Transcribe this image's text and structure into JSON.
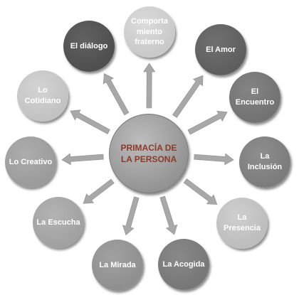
{
  "diagram": {
    "center": {
      "label": "PRIMACÍA DE LA PERSONA",
      "text_color": "#8b3a2a",
      "fill": "#9a9a9a"
    },
    "nodes": [
      {
        "id": "comportamiento",
        "label": "Comporta miento fraterno",
        "fill": "#c9c9c9",
        "text_color": "#ffffff"
      },
      {
        "id": "amor",
        "label": "El Amor",
        "fill": "#5e5e5e",
        "text_color": "#ffffff"
      },
      {
        "id": "encuentro",
        "label": "El Encuentro",
        "fill": "#727272",
        "text_color": "#ffffff"
      },
      {
        "id": "inclusion",
        "label": "La Inclusión",
        "fill": "#7c7c7c",
        "text_color": "#ffffff"
      },
      {
        "id": "presencia",
        "label": "La Presencia",
        "fill": "#bdbdbd",
        "text_color": "#ffffff"
      },
      {
        "id": "acogida",
        "label": "La Acogida",
        "fill": "#777777",
        "text_color": "#ffffff"
      },
      {
        "id": "mirada",
        "label": "La Mirada",
        "fill": "#8f8f8f",
        "text_color": "#ffffff"
      },
      {
        "id": "escucha",
        "label": "La Escucha",
        "fill": "#a1a1a1",
        "text_color": "#ffffff"
      },
      {
        "id": "creativo",
        "label": "Lo Creativo",
        "fill": "#9b9b9b",
        "text_color": "#ffffff"
      },
      {
        "id": "cotidiano",
        "label": "Lo Cotidiano",
        "fill": "#c2c2c2",
        "text_color": "#ffffff"
      },
      {
        "id": "dialogo",
        "label": "El diálogo",
        "fill": "#4f4f4f",
        "text_color": "#ffffff"
      }
    ],
    "arrow_color": "#a8a8a8"
  }
}
